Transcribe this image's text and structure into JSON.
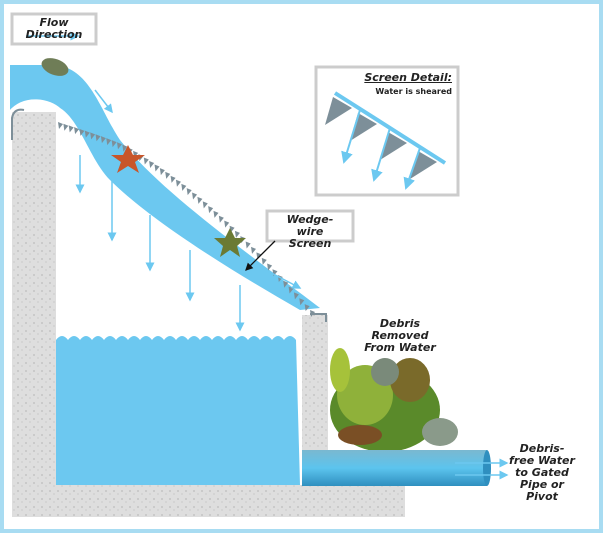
{
  "legend": {
    "flow_direction": "Flow Direction"
  },
  "inset": {
    "title": "Screen Detail:",
    "subtitle": "Water is sheared"
  },
  "labels": {
    "wedge_wire": "Wedge-wire Screen",
    "debris_removed": "Debris Removed From Water",
    "debris_free": "Debris-free Water to Gated Pipe or Pivot"
  },
  "colors": {
    "water": "#6cc8f0",
    "frame": "#a8dcf2",
    "concrete": "#dcdcdc",
    "teeth": "#7d8f99",
    "pipe": "#3aa6d6"
  }
}
